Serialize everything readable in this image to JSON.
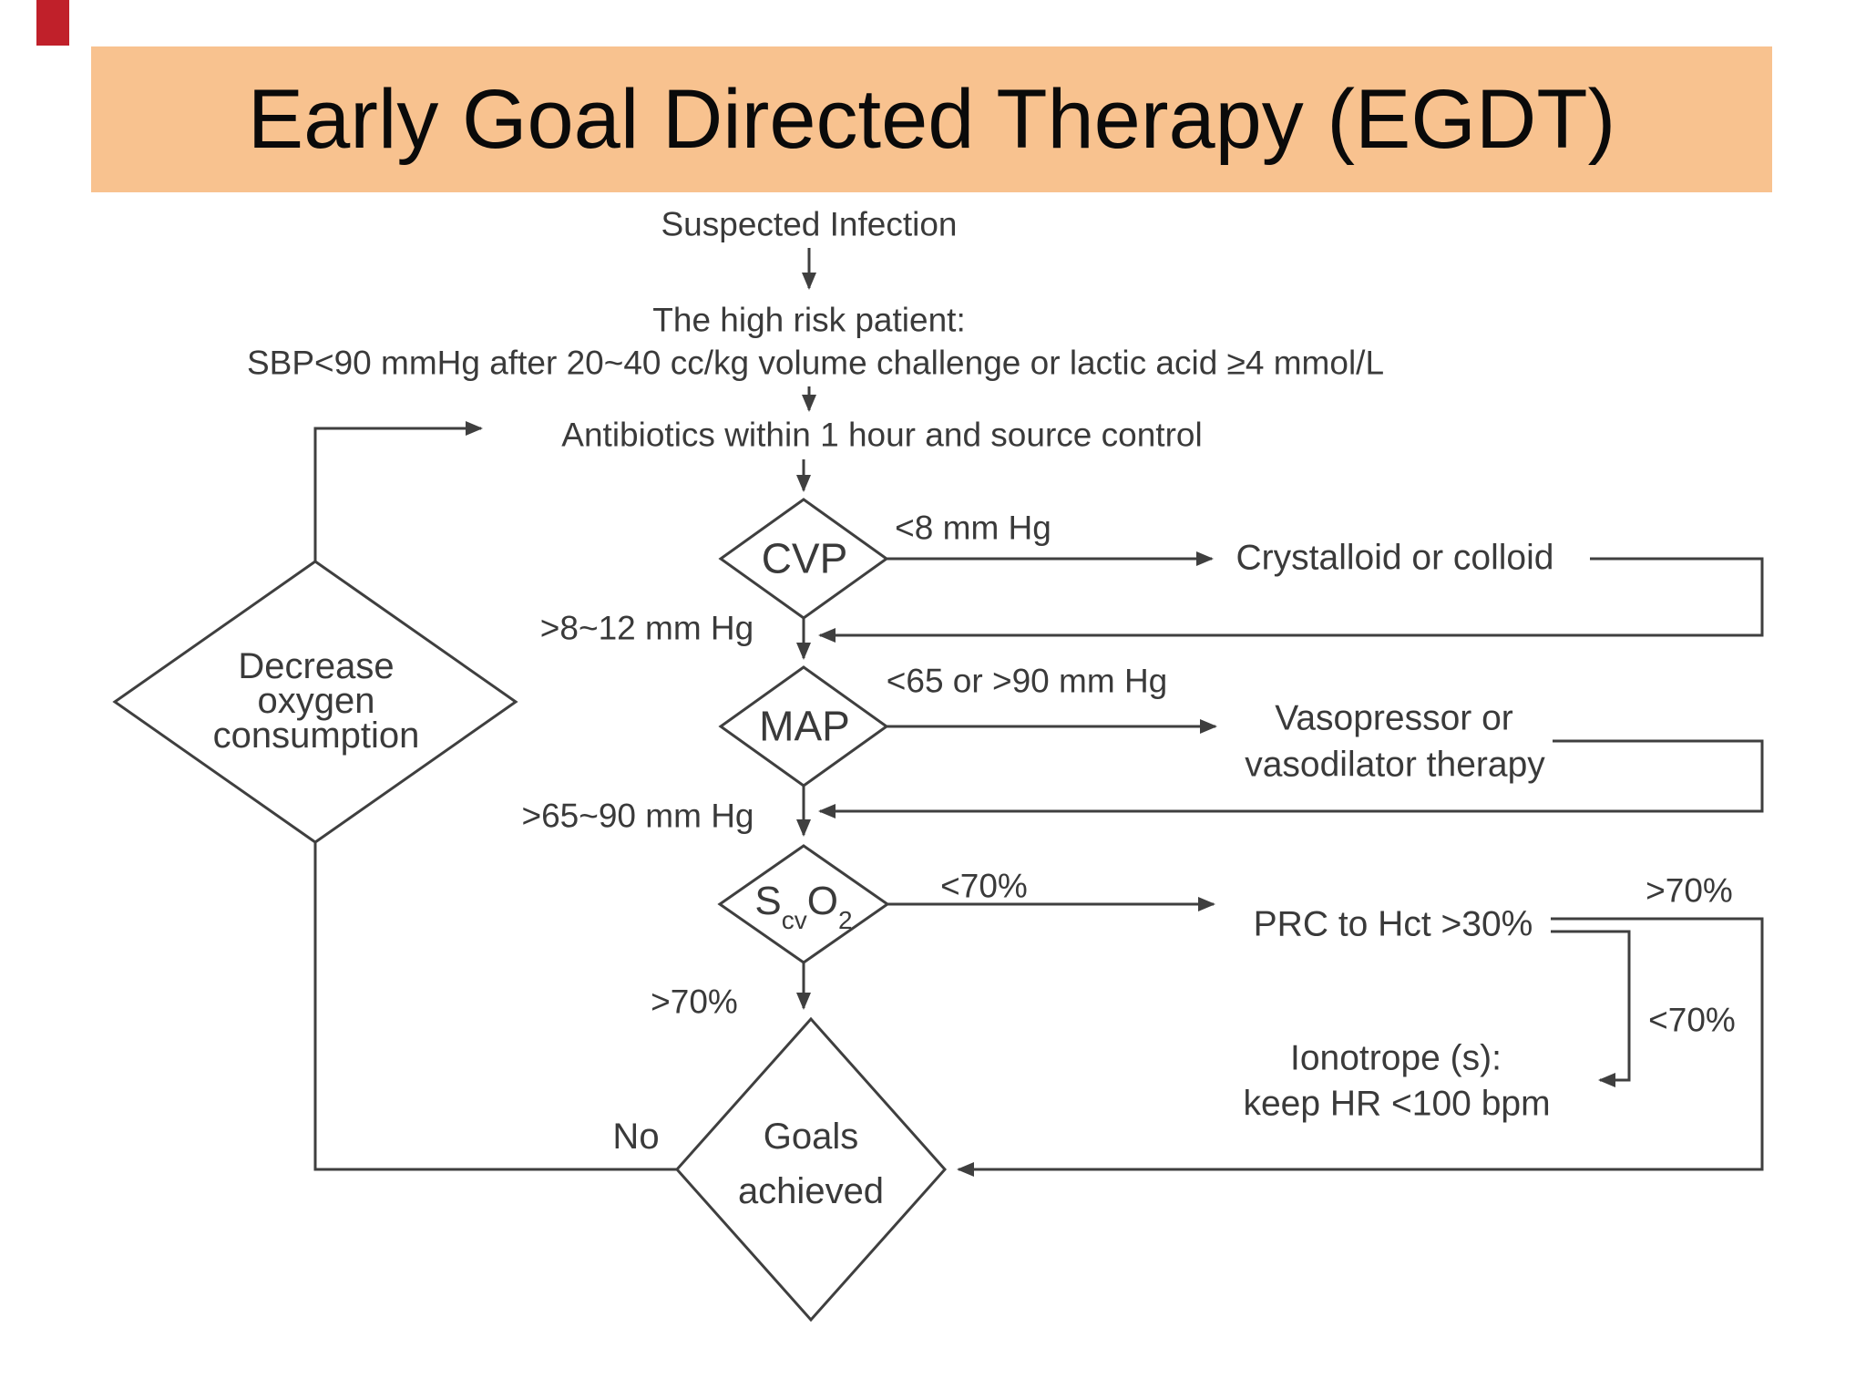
{
  "title": "Early Goal Directed Therapy (EGDT)",
  "colors": {
    "banner": "#f8c28f",
    "line": "#3f3f3f",
    "text": "#3a3a3a",
    "red_mark": "#c0202a",
    "diamond_fill": "#ffffff"
  },
  "flowchart": {
    "suspected_infection": "Suspected Infection",
    "high_risk_line1": "The high risk patient:",
    "high_risk_line2": "SBP<90 mmHg after 20~40 cc/kg volume challenge or lactic acid ≥4 mmol/L",
    "antibiotics": "Antibiotics within 1 hour and source control",
    "cvp": {
      "label": "CVP",
      "low_branch": "<8 mm Hg",
      "low_action": "Crystalloid or colloid",
      "pass_label": ">8~12 mm Hg"
    },
    "map": {
      "label": "MAP",
      "out_branch": "<65 or >90 mm Hg",
      "action_line1": "Vasopressor or",
      "action_line2": "vasodilator therapy",
      "pass_label": ">65~90 mm Hg"
    },
    "scvo2": {
      "s": "S",
      "cv": "cv",
      "o": "O",
      "two": "2",
      "low_branch": "<70%",
      "low_action": "PRC to Hct >30%",
      "pass_label": ">70%",
      "high_return_label": ">70%",
      "still_low_label": "<70%",
      "ionotrope_line1": "Ionotrope (s):",
      "ionotrope_line2": "keep HR <100 bpm"
    },
    "goals": {
      "line1": "Goals",
      "line2": "achieved",
      "no_label": "No"
    },
    "decrease": {
      "line1": "Decrease",
      "line2": "oxygen",
      "line3": "consumption"
    }
  }
}
